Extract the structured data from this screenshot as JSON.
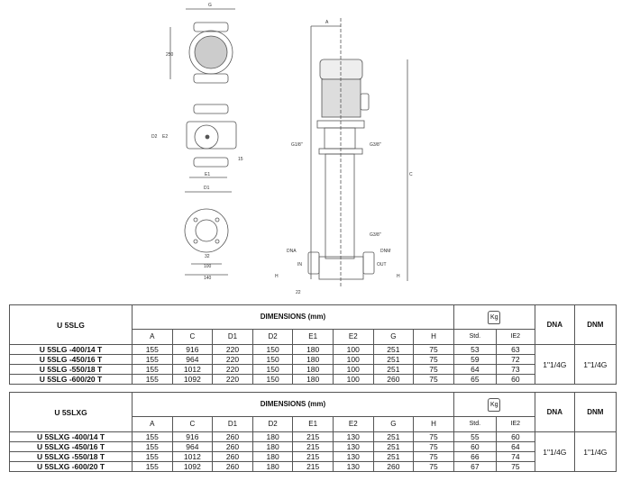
{
  "drawing_labels": {
    "g": "G",
    "d250": "250",
    "d2": "D2",
    "e2": "E2",
    "d15": "15",
    "e1": "E1",
    "d1": "D1",
    "d32": "32",
    "d100": "100",
    "d140": "140",
    "a": "A",
    "g18": "G1/8\"",
    "g38": "G3/8\"",
    "c": "C",
    "g38b": "G3/8\"",
    "dna": "DNA",
    "in": "IN",
    "h": "H",
    "d22": "22",
    "dnm": "DNM",
    "out": "OUT",
    "h2": "H"
  },
  "tables": [
    {
      "title": "U 5SLG",
      "dims_header": "DIMENSIONS (mm)",
      "weight_icon": "Kg",
      "dna_header": "DNA",
      "dnm_header": "DNM",
      "columns": [
        "A",
        "C",
        "D1",
        "D2",
        "E1",
        "E2",
        "G",
        "H"
      ],
      "weight_columns": [
        "Std.",
        "IE2"
      ],
      "rows": [
        {
          "model": "U 5SLG -400/14 T",
          "values": [
            "155",
            "916",
            "220",
            "150",
            "180",
            "100",
            "251",
            "75"
          ],
          "std": "53",
          "ie2": "63"
        },
        {
          "model": "U 5SLG -450/16 T",
          "values": [
            "155",
            "964",
            "220",
            "150",
            "180",
            "100",
            "251",
            "75"
          ],
          "std": "59",
          "ie2": "72"
        },
        {
          "model": "U 5SLG -550/18 T",
          "values": [
            "155",
            "1012",
            "220",
            "150",
            "180",
            "100",
            "251",
            "75"
          ],
          "std": "64",
          "ie2": "73"
        },
        {
          "model": "U 5SLG -600/20 T",
          "values": [
            "155",
            "1092",
            "220",
            "150",
            "180",
            "100",
            "260",
            "75"
          ],
          "std": "65",
          "ie2": "60"
        }
      ],
      "dna": "1\"1/4G",
      "dnm": "1\"1/4G"
    },
    {
      "title": "U 5SLXG",
      "dims_header": "DIMENSIONS (mm)",
      "weight_icon": "Kg",
      "dna_header": "DNA",
      "dnm_header": "DNM",
      "columns": [
        "A",
        "C",
        "D1",
        "D2",
        "E1",
        "E2",
        "G",
        "H"
      ],
      "weight_columns": [
        "Std.",
        "IE2"
      ],
      "rows": [
        {
          "model": "U 5SLXG -400/14 T",
          "values": [
            "155",
            "916",
            "260",
            "180",
            "215",
            "130",
            "251",
            "75"
          ],
          "std": "55",
          "ie2": "60"
        },
        {
          "model": "U 5SLXG -450/16 T",
          "values": [
            "155",
            "964",
            "260",
            "180",
            "215",
            "130",
            "251",
            "75"
          ],
          "std": "60",
          "ie2": "64"
        },
        {
          "model": "U 5SLXG -550/18 T",
          "values": [
            "155",
            "1012",
            "260",
            "180",
            "215",
            "130",
            "251",
            "75"
          ],
          "std": "66",
          "ie2": "74"
        },
        {
          "model": "U 5SLXG -600/20 T",
          "values": [
            "155",
            "1092",
            "260",
            "180",
            "215",
            "130",
            "260",
            "75"
          ],
          "std": "67",
          "ie2": "75"
        }
      ],
      "dna": "1\"1/4G",
      "dnm": "1\"1/4G"
    }
  ]
}
